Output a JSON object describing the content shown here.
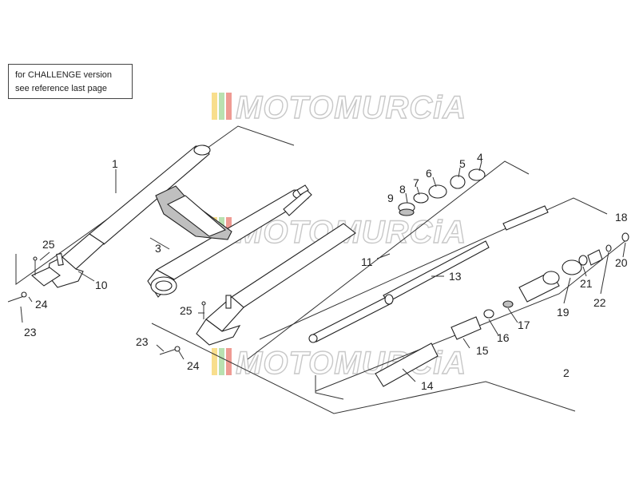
{
  "note": {
    "line1": "for CHALLENGE version",
    "line2": "see reference last page"
  },
  "watermark": "MOTOMURCiA",
  "watermark_colors": [
    "#f2c230",
    "#7fc96f",
    "#e2483b"
  ],
  "callouts": [
    "1",
    "2",
    "3",
    "4",
    "5",
    "6",
    "7",
    "8",
    "9",
    "10",
    "11",
    "13",
    "14",
    "15",
    "16",
    "17",
    "18",
    "19",
    "20",
    "21",
    "22",
    "23",
    "24",
    "25",
    "23",
    "24",
    "25"
  ]
}
